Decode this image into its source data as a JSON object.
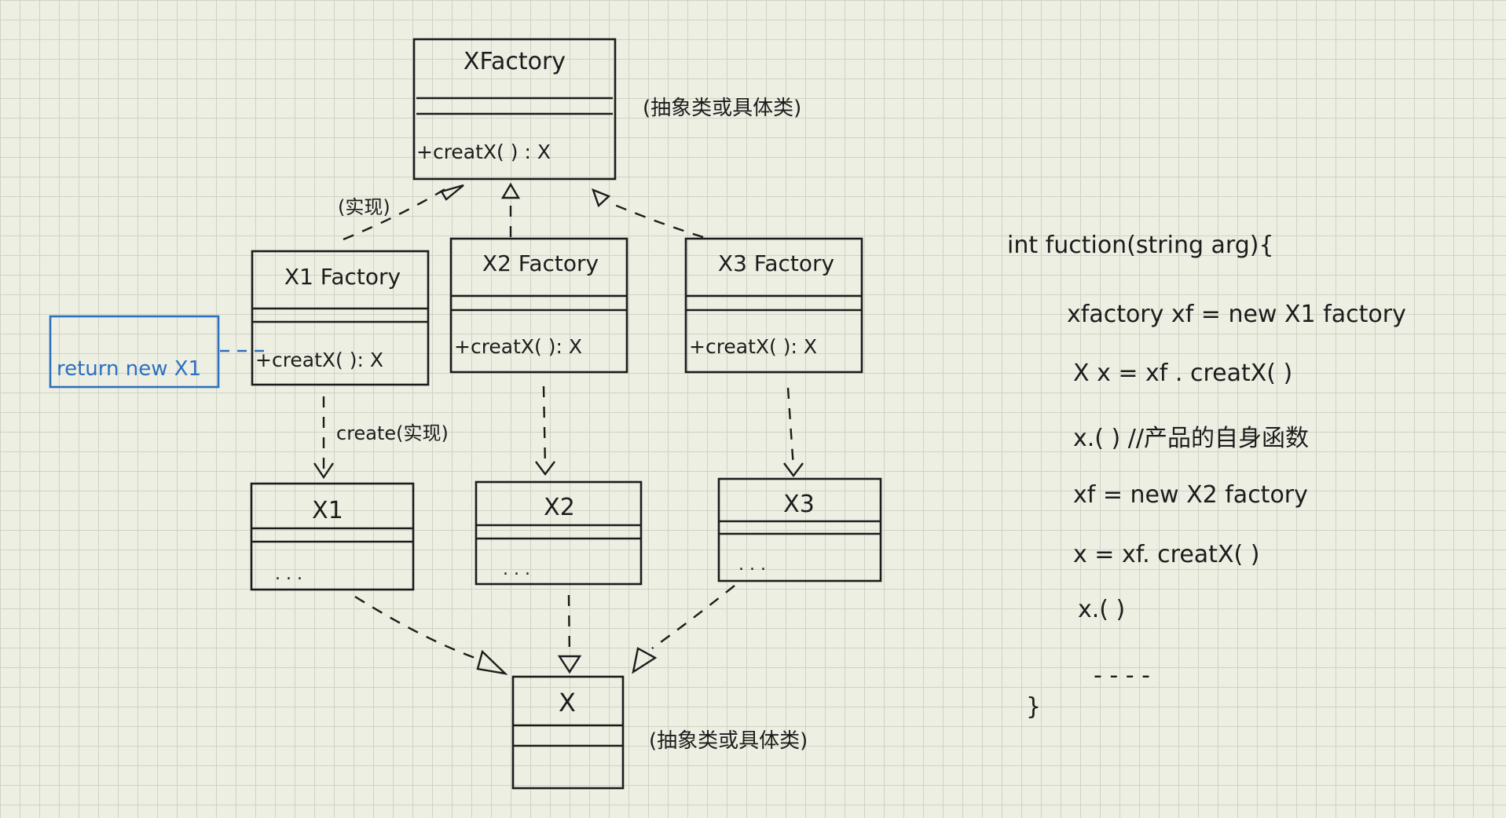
{
  "diagram": {
    "factory": {
      "name": "XFactory",
      "method": "+creatX( )  :  X",
      "note": "(抽象类或具体类)"
    },
    "implements_label": "(实现)",
    "concrete_factories": [
      {
        "name": "X1 Factory",
        "method": "+creatX( ):  X"
      },
      {
        "name": "X2 Factory",
        "method": "+creatX( ):  X"
      },
      {
        "name": "X3 Factory",
        "method": "+creatX( ):  X"
      }
    ],
    "return_note": "return new   X1",
    "create_label": "create(实现)",
    "products": [
      {
        "name": "X1",
        "body": ". . ."
      },
      {
        "name": "X2",
        "body": ". . ."
      },
      {
        "name": "X3",
        "body": ". . ."
      }
    ],
    "product": {
      "name": "X",
      "note": "(抽象类或具体类)"
    }
  },
  "code": {
    "lines": [
      "int   fuction(string  arg){",
      "xfactory  xf   =   new    X1 factory",
      "X  x  =    xf . creatX( )",
      "x.( )  //产品的自身函数",
      "xf =    new  X2 factory",
      "x  =    xf.  creatX( )",
      "x.( )",
      "- - - -",
      "}"
    ]
  },
  "colors": {
    "ink": "#1c1c1c",
    "blue": "#2d6fc0",
    "paper": "#ecefe2",
    "grid": "#cfd3c4"
  }
}
